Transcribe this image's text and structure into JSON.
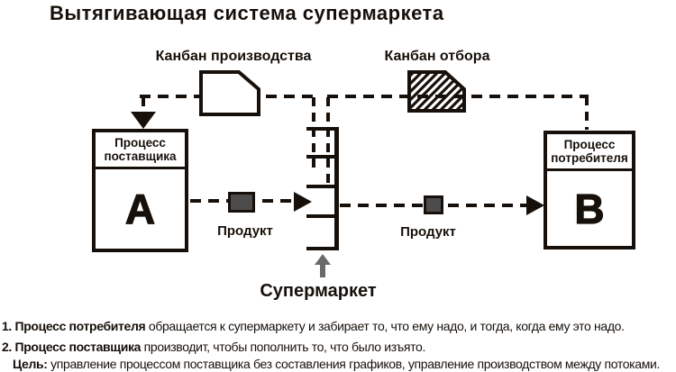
{
  "title": "Вытягивающая система супермаркета",
  "diagram": {
    "production_kanban_label": "Канбан производства",
    "withdrawal_kanban_label": "Канбан отбора",
    "supplier_process": {
      "header_line1": "Процесс",
      "header_line2": "поставщика",
      "letter": "A"
    },
    "consumer_process": {
      "header_line1": "Процесс",
      "header_line2": "потребителя",
      "letter": "B"
    },
    "product_label_left": "Продукт",
    "product_label_right": "Продукт",
    "supermarket_label": "Супермаркет"
  },
  "notes": [
    {
      "bold": "1. Процесс потребителя",
      "rest": " обращается к супермаркету и забирает то, что ему надо, и тогда, когда ему это надо."
    },
    {
      "bold": "2. Процесс поставщика",
      "rest": " производит, чтобы пополнить то, что было изъято."
    },
    {
      "bold": "Цель:",
      "rest": " управление процессом поставщика без составления графиков, управление производством между потоками."
    }
  ],
  "colors": {
    "ink": "#17100a",
    "product_square_fill": "#4c4c4c",
    "supermarket_arrow": "#6a6a6a",
    "background": "#ffffff"
  }
}
